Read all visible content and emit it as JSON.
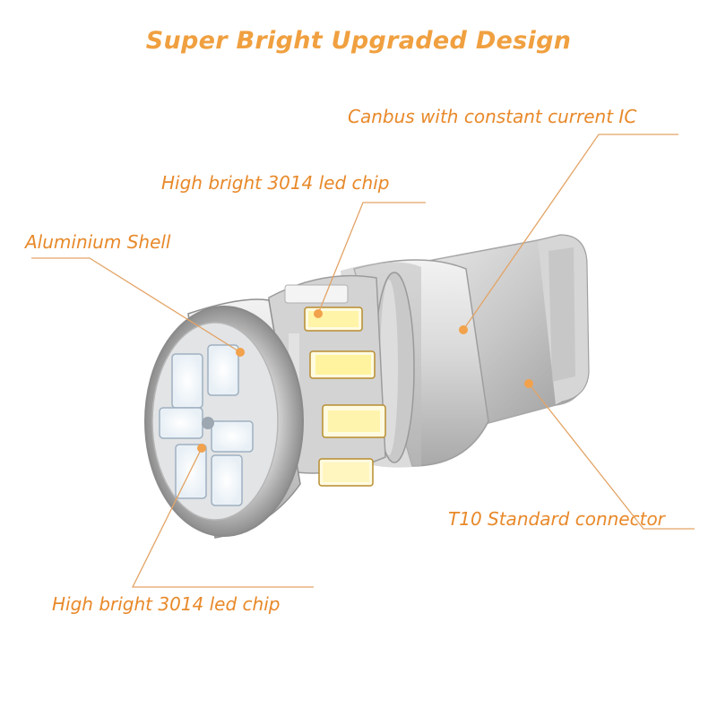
{
  "title": "Super Bright Upgraded Design",
  "callouts": {
    "canbus": "Canbus with constant current IC",
    "chip_top": "High bright 3014 led chip",
    "shell": "Aluminium Shell",
    "connector": "T10 Standard connector",
    "chip_bottom": "High bright 3014 led chip"
  },
  "colors": {
    "accent": "#f0a040",
    "callout_text": "#e8892a",
    "line": "#e3a466"
  }
}
